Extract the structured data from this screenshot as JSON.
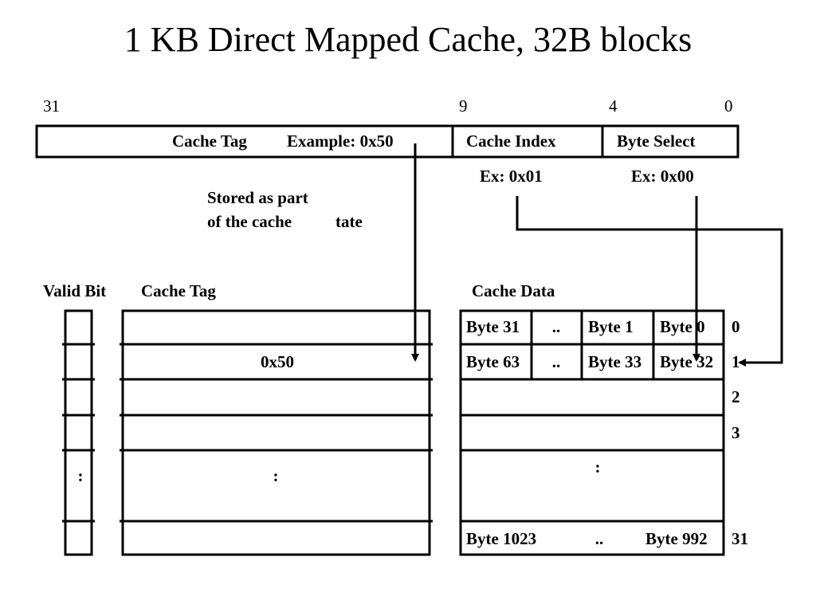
{
  "title": "1 KB Direct Mapped Cache, 32B blocks",
  "address": {
    "bits": {
      "b31": "31",
      "b9": "9",
      "b4": "4",
      "b0": "0"
    },
    "tag_field": "Cache Tag",
    "tag_example": "Example: 0x50",
    "index_field": "Cache Index",
    "byte_field": "Byte Select",
    "index_example": "Ex: 0x01",
    "byte_example": "Ex: 0x00"
  },
  "note": {
    "line1": "Stored as part",
    "line2": "of the cache",
    "line2b": "tate"
  },
  "columns": {
    "valid": "Valid Bit",
    "tag": "Cache Tag",
    "data": "Cache Data"
  },
  "rows": {
    "row0": {
      "b_hi": "Byte 31",
      "dots": "..",
      "b_1": "Byte 1",
      "b_0": "Byte 0",
      "index": "0"
    },
    "row1": {
      "b_hi": "Byte 63",
      "dots": "..",
      "b_1": "Byte 33",
      "b_0": "Byte 32",
      "index": "1",
      "tag": "0x50"
    },
    "row2": {
      "index": "2"
    },
    "row3": {
      "index": "3"
    },
    "ellipsis": ":",
    "last": {
      "b_hi": "Byte 1023",
      "dots": "..",
      "b_lo": "Byte 992",
      "index": "31"
    }
  }
}
